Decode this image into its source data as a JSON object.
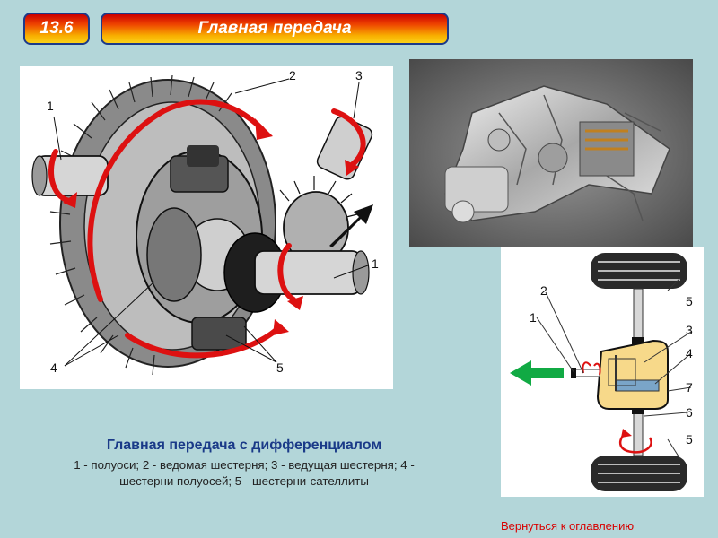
{
  "header": {
    "section_number": "13.6",
    "title": "Главная передача"
  },
  "diagram": {
    "callouts": [
      "1",
      "2",
      "3",
      "1",
      "4",
      "5"
    ]
  },
  "scheme": {
    "callouts": [
      "2",
      "1",
      "5",
      "3",
      "4",
      "7",
      "6",
      "5"
    ]
  },
  "caption": {
    "title": "Главная передача с дифференциалом",
    "body": "1 - полуоси; 2 - ведомая шестерня; 3 - ведущая шестерня; 4 - шестерни полуосей; 5 - шестерни-сателлиты"
  },
  "nav": {
    "back_label": "Вернуться к оглавлению"
  },
  "colors": {
    "background": "#b3d6d9",
    "header_border": "#1c3a8a",
    "caption_title": "#1a3a88",
    "rotation_arrow": "#dd1111",
    "direction_arrow": "#11aa44",
    "link": "#d80000"
  }
}
